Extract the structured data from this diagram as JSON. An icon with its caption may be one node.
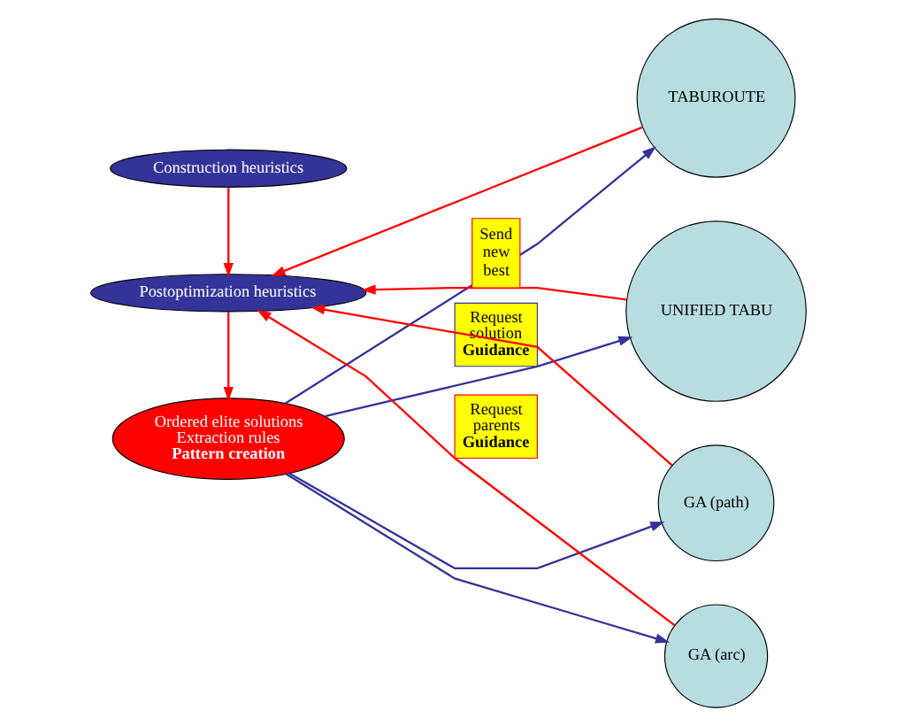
{
  "diagram": {
    "nodes": [
      {
        "text": [
          "Ordered elite solutions",
          "Extraction rules",
          "Pattern creation"
        ]
      },
      {
        "text": [
          "Postoptimization heuristics"
        ]
      },
      {
        "text": [
          "Construction heuristics"
        ]
      },
      {
        "text": [
          "TABUROUTE"
        ]
      },
      {
        "text": [
          "UNIFIED TABU"
        ]
      },
      {
        "text": [
          "GA (path)"
        ]
      },
      {
        "text": [
          "GA (arc)"
        ]
      }
    ],
    "edges": [
      {
        "from": 2,
        "to": 1,
        "arrow": "to"
      },
      {
        "from": 1,
        "to": 0,
        "arrow": "to"
      },
      {
        "from": 0,
        "to": 3,
        "arrow": "to",
        "color": "#333399"
      },
      {
        "from": 0,
        "to": 4,
        "arrow": "to",
        "color": "#333399",
        "label": "Request solution **Guidance**"
      },
      {
        "from": 0,
        "to": 5,
        "arrow": "to",
        "color": "#333399"
      },
      {
        "from": 0,
        "to": 6,
        "arrow": "to",
        "color": "#333399"
      },
      {
        "from": 3,
        "to": 1,
        "arrow": "to"
      },
      {
        "from": 4,
        "to": 1,
        "arrow": "to",
        "label": "Send new best"
      },
      {
        "from": 5,
        "to": 1,
        "arrow": "to"
      },
      {
        "from": 6,
        "to": 1,
        "arrow": "to",
        "label": "Request parents **Guidance**"
      }
    ]
  }
}
